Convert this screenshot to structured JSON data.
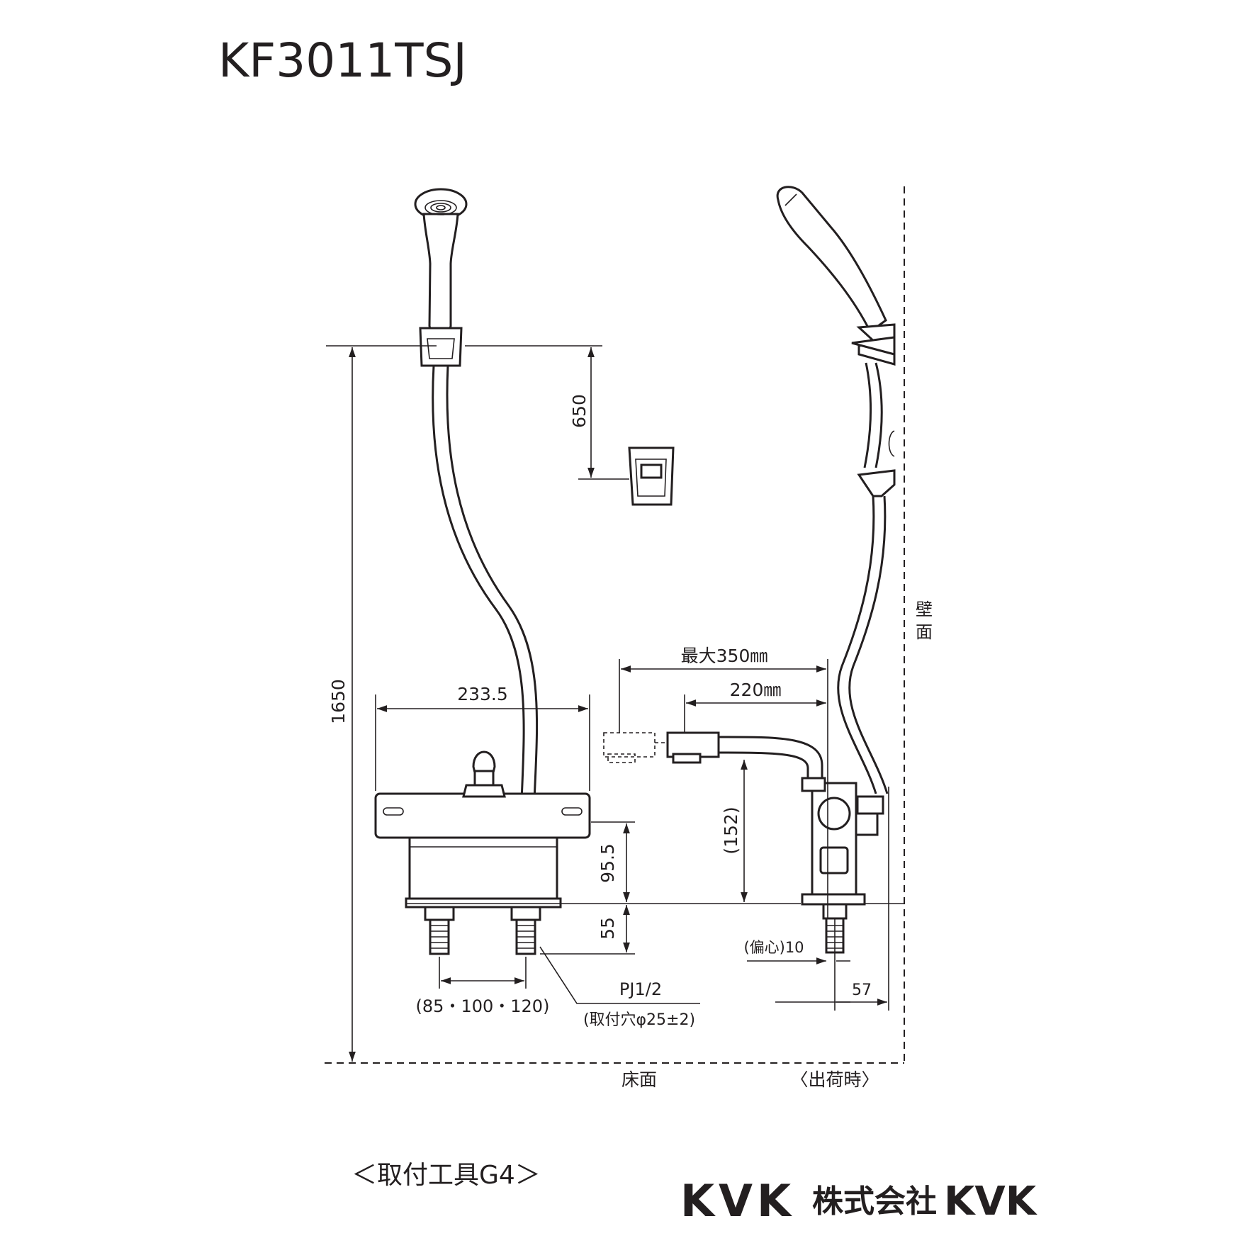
{
  "model": "KF3011TSJ",
  "dimensions": {
    "total_height": "1650",
    "hook_spacing": "650",
    "body_width": "233.5",
    "body_height": "95.5",
    "shank_length": "55",
    "center_pitch": "(85・100・120)",
    "pipe_thread": "PJ1/2",
    "mount_hole": "(取付穴φ25±2)",
    "spout_max": "最大350㎜",
    "spout_reach": "220㎜",
    "spout_height": "(152)",
    "offset": "(偏心)10",
    "wall_distance": "57"
  },
  "labels": {
    "wall": [
      "壁",
      "面"
    ],
    "floor": "床面",
    "shipping": "〈出荷時〉"
  },
  "tool": "＜取付工具G4＞",
  "brand": {
    "logo": "KVK",
    "company": "株式会社",
    "company_name": "KVK"
  }
}
